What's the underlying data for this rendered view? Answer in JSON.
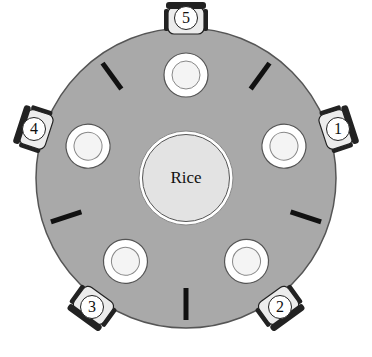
{
  "diagram": {
    "nodes": [
      {
        "text": [
          "5"
        ]
      },
      {
        "text": [
          "4"
        ]
      },
      {
        "text": [
          "1"
        ]
      },
      {
        "text": [
          "Rice"
        ]
      },
      {
        "text": [
          "3"
        ]
      },
      {
        "text": [
          "2"
        ]
      }
    ]
  }
}
